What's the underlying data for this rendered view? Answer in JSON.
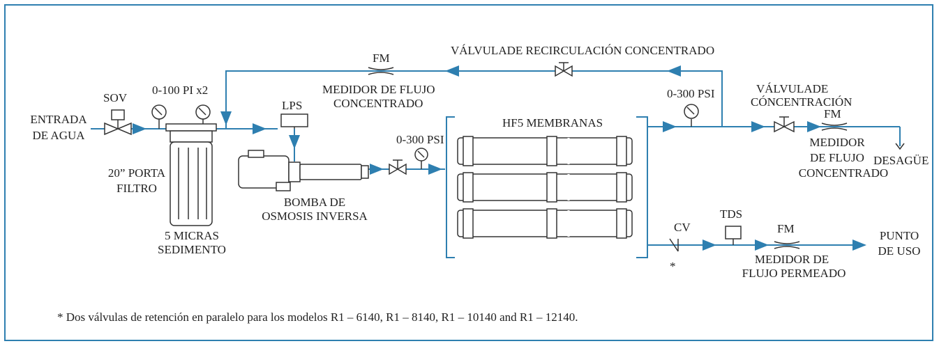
{
  "labels": {
    "recirc_valve": "VÁLVULADE RECIRCULACIÓN CONCENTRADO",
    "fm_top": "FM",
    "flow_meter_concentrate_1": "MEDIDOR DE FLUJO",
    "flow_meter_concentrate_2": "CONCENTRADO",
    "sov": "SOV",
    "gauges_inlet": "0-100 PI x2",
    "lps": "LPS",
    "inlet_1": "ENTRADA",
    "inlet_2": "DE AGUA",
    "filter_housing_1": "20” PORTA",
    "filter_housing_2": "FILTRO",
    "micron_1": "5 MICRAS",
    "micron_2": "SEDIMENTO",
    "pump_1": "BOMBA DE",
    "pump_2": "OSMOSIS INVERSA",
    "psi_pump": "0-300 PSI",
    "membranes": "HF5 MEMBRANAS",
    "psi_concentrate": "0-300 PSI",
    "conc_valve_1": "VÁLVULADE",
    "conc_valve_2": "CÓNCENTRACIÓN",
    "fm_conc": "FM",
    "fm_conc_label_1": "MEDIDOR",
    "fm_conc_label_2": "DE FLUJO",
    "fm_conc_label_3": "CONCENTRADO",
    "drain": "DESAGÜE",
    "cv": "CV",
    "asterisk": "*",
    "tds": "TDS",
    "fm_perm": "FM",
    "fm_perm_label_1": "MEDIDOR DE",
    "fm_perm_label_2": "FLUJO PERMEADO",
    "point_of_use_1": "PUNTO",
    "point_of_use_2": "DE USO"
  },
  "footnote": "* Dos válvulas de retención en paralelo para los modelos R1 – 6140, R1 – 8140, R1 – 10140 and R1 – 12140.",
  "colors": {
    "pipe": "#2e7fb0",
    "equipment": "#333333",
    "frame": "#2e7fb0"
  }
}
